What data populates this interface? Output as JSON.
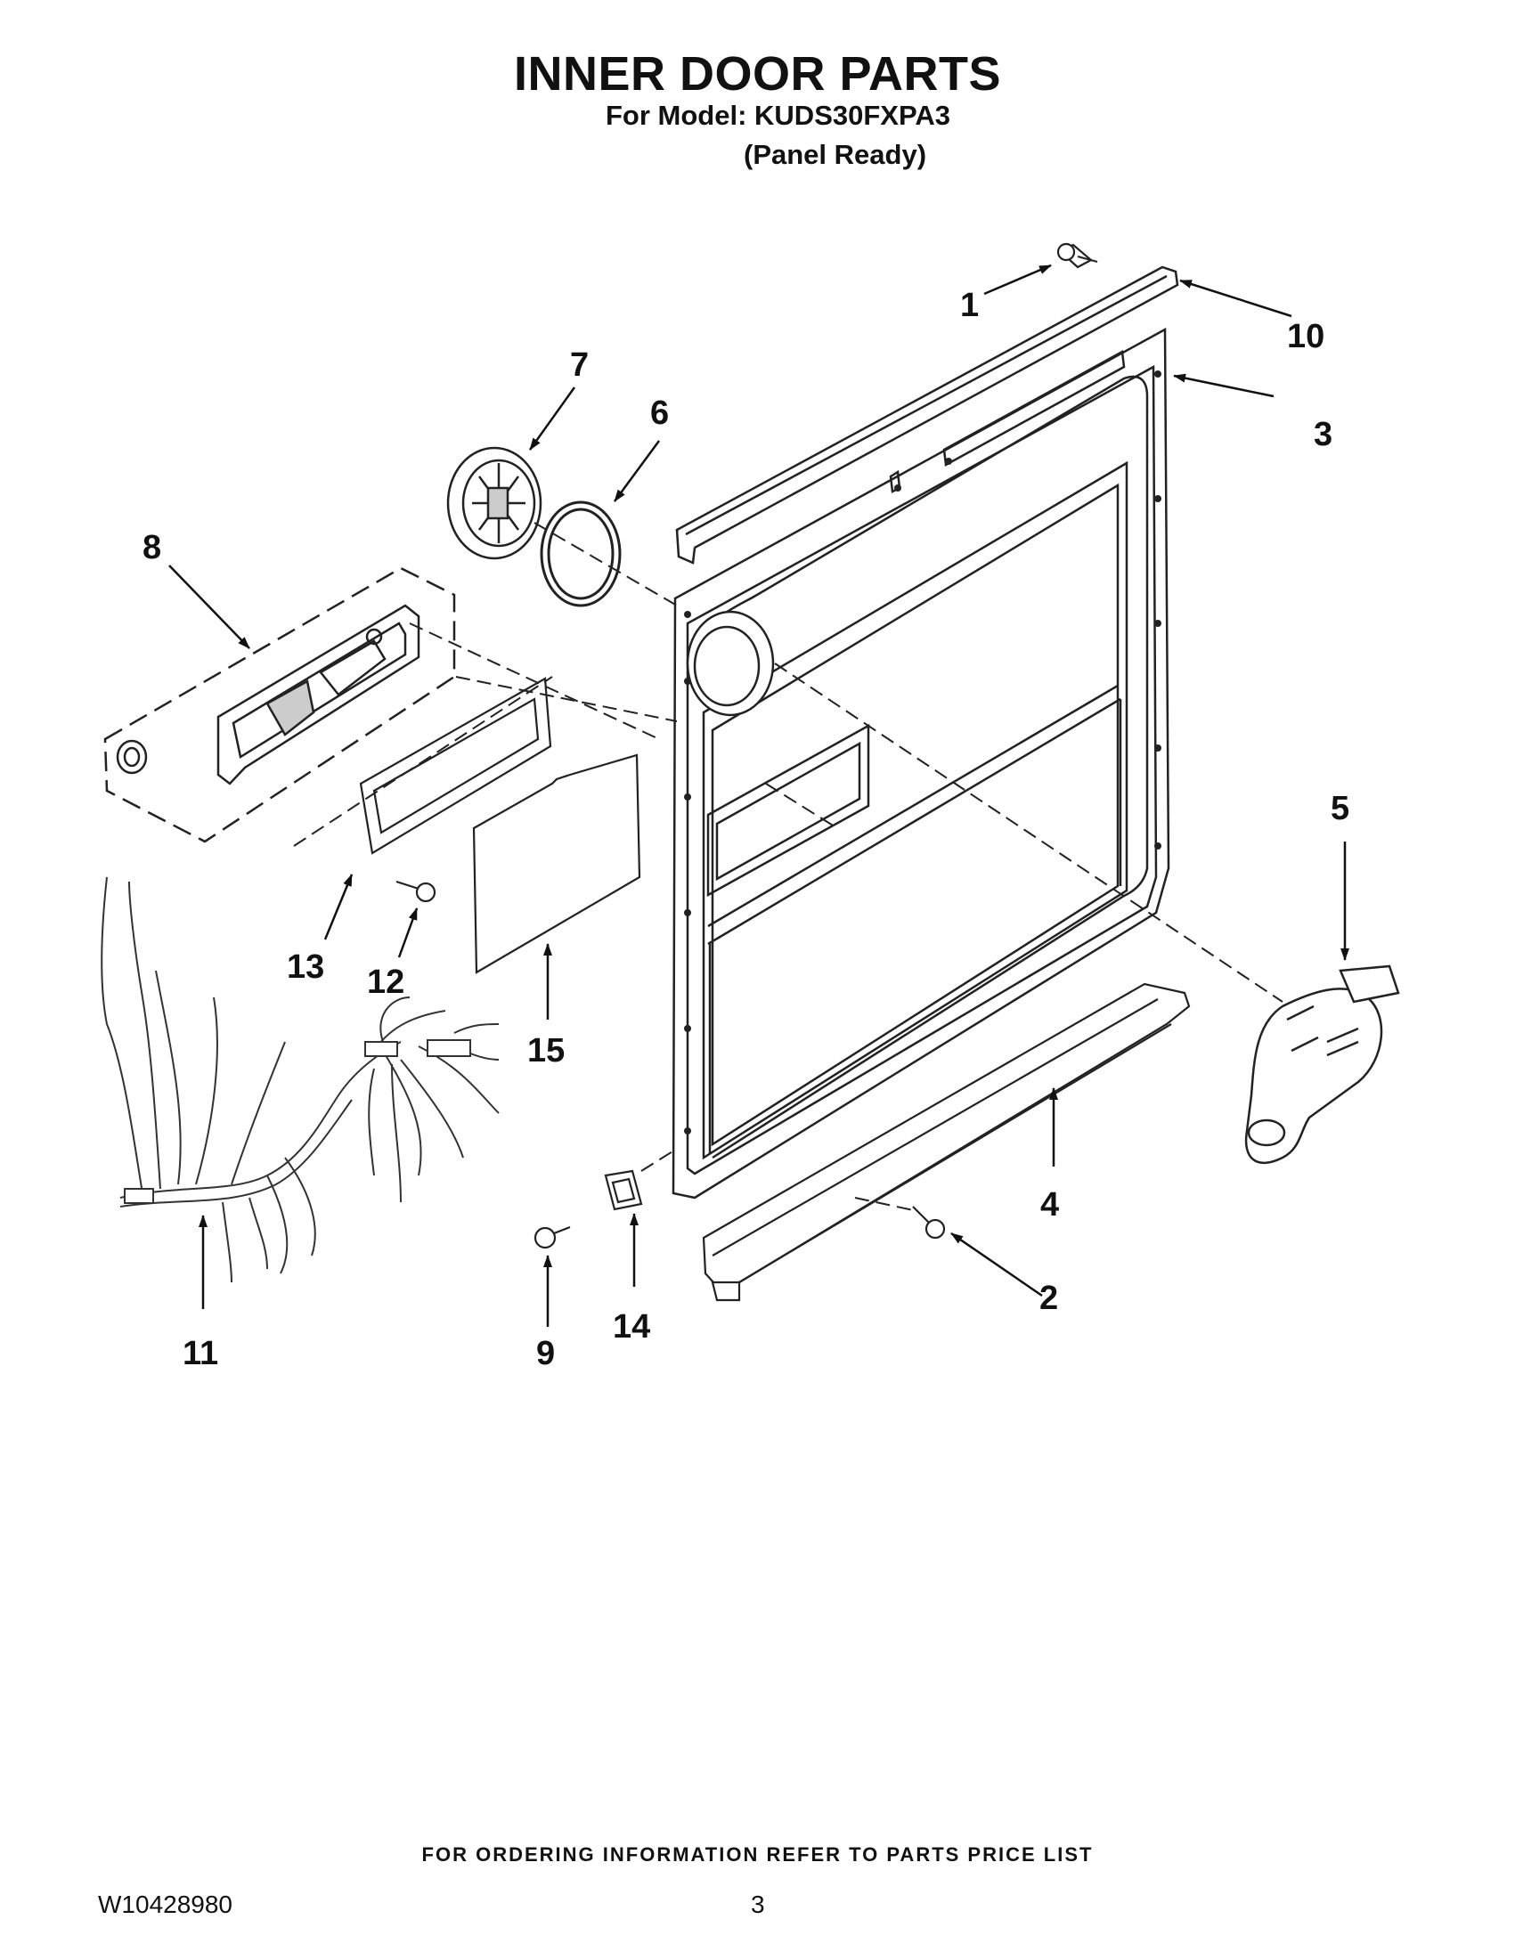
{
  "header": {
    "title": "INNER DOOR PARTS",
    "model_line": "For Model: KUDS30FXPA3",
    "variant": "(Panel Ready)"
  },
  "callouts": [
    "1",
    "2",
    "3",
    "4",
    "5",
    "6",
    "7",
    "8",
    "9",
    "10",
    "11",
    "12",
    "13",
    "14",
    "15"
  ],
  "footer": {
    "ordering_note": "FOR ORDERING INFORMATION REFER TO PARTS PRICE LIST",
    "doc_number": "W10428980",
    "page_number": "3"
  }
}
